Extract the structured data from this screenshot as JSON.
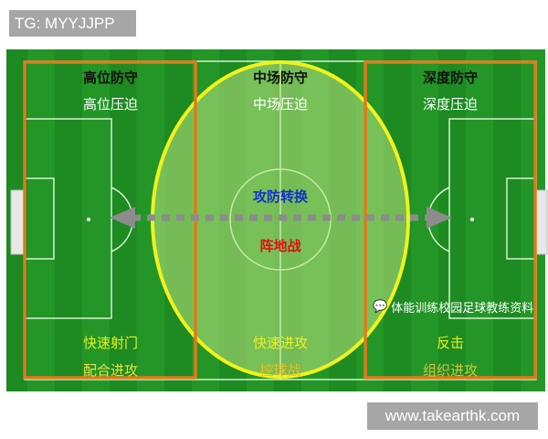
{
  "tag": "TG: MYYJJPP",
  "website": "www.takearthk.com",
  "watermark": "体能训练校园足球教练资料",
  "zones": {
    "left": {
      "title": "高位防守",
      "press": "高位压迫",
      "attack1": "快速射门",
      "attack2": "配合进攻"
    },
    "middle": {
      "title": "中场防守",
      "press": "中场压迫",
      "transition": "攻防转换",
      "positional": "阵地战",
      "attack1": "快速进攻",
      "attack2": "控球战"
    },
    "right": {
      "title": "深度防守",
      "press": "深度压迫",
      "attack1": "反击",
      "attack2": "组织进攻"
    }
  },
  "colors": {
    "pitch": "#1f8f25",
    "zone_box": "#e07a1a",
    "ellipse": "#f2f21a",
    "arrow": "#8c8c8c",
    "blue_text": "#1530c8",
    "red_text": "#e01010",
    "yellow_text": "#f0f020"
  }
}
